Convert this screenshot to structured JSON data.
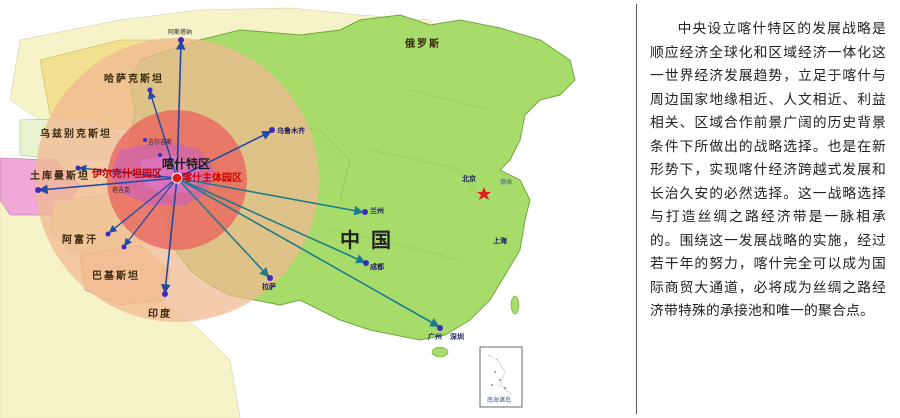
{
  "map": {
    "labels": {
      "kazakhstan": "哈萨克斯坦",
      "russia": "俄罗斯",
      "uzbekistan": "乌兹别克斯坦",
      "turkmenistan": "土库曼斯坦",
      "afghanistan": "阿富汗",
      "pakistan": "巴基斯坦",
      "india": "印度",
      "china": "中      国",
      "kashgar_zone": "喀什特区",
      "yiergeshitan": "伊尔克什坦园区",
      "kashgar_main": "喀什主体园区",
      "urumqi": "乌鲁木齐",
      "lanzhou": "兰州",
      "chengdu": "成都",
      "lhasa": "拉萨",
      "guangzhou": "广州",
      "shenzhen": "深圳",
      "beijing": "北京",
      "shanghai": "上海",
      "kyrgyz": "吉尔吉斯",
      "tajik": "塔吉克",
      "astana": "阿斯塔纳",
      "bohai": "渤海",
      "nanhai": "南海诸岛"
    }
  },
  "article": {
    "body": "中央设立喀什特区的发展战略是顺应经济全球化和区域经济一体化这一世界经济发展趋势，立足于喀什与周边国家地缘相近、人文相近、利益相关、区域合作前景广阔的历史背景条件下所做出的战略选择。也是在新形势下，实现喀什经济跨越式发展和长治久安的必然选择。这一战略选择与打造丝绸之路经济带是一脉相承的。围绕这一发展战略的实施，经过若干年的努力，喀什完全可以成为国际商贸大通道，必将成为丝绸之路经济带特殊的承接池和唯一的聚合点。"
  },
  "colors": {
    "china_green": "#a8dc6a",
    "outer_ring": "#f2ba92",
    "inner_ring": "#e8675e",
    "arrow_blue": "#1f4aa8",
    "arrow_teal": "#1d7b8a",
    "hub_red": "#e11b1b"
  }
}
